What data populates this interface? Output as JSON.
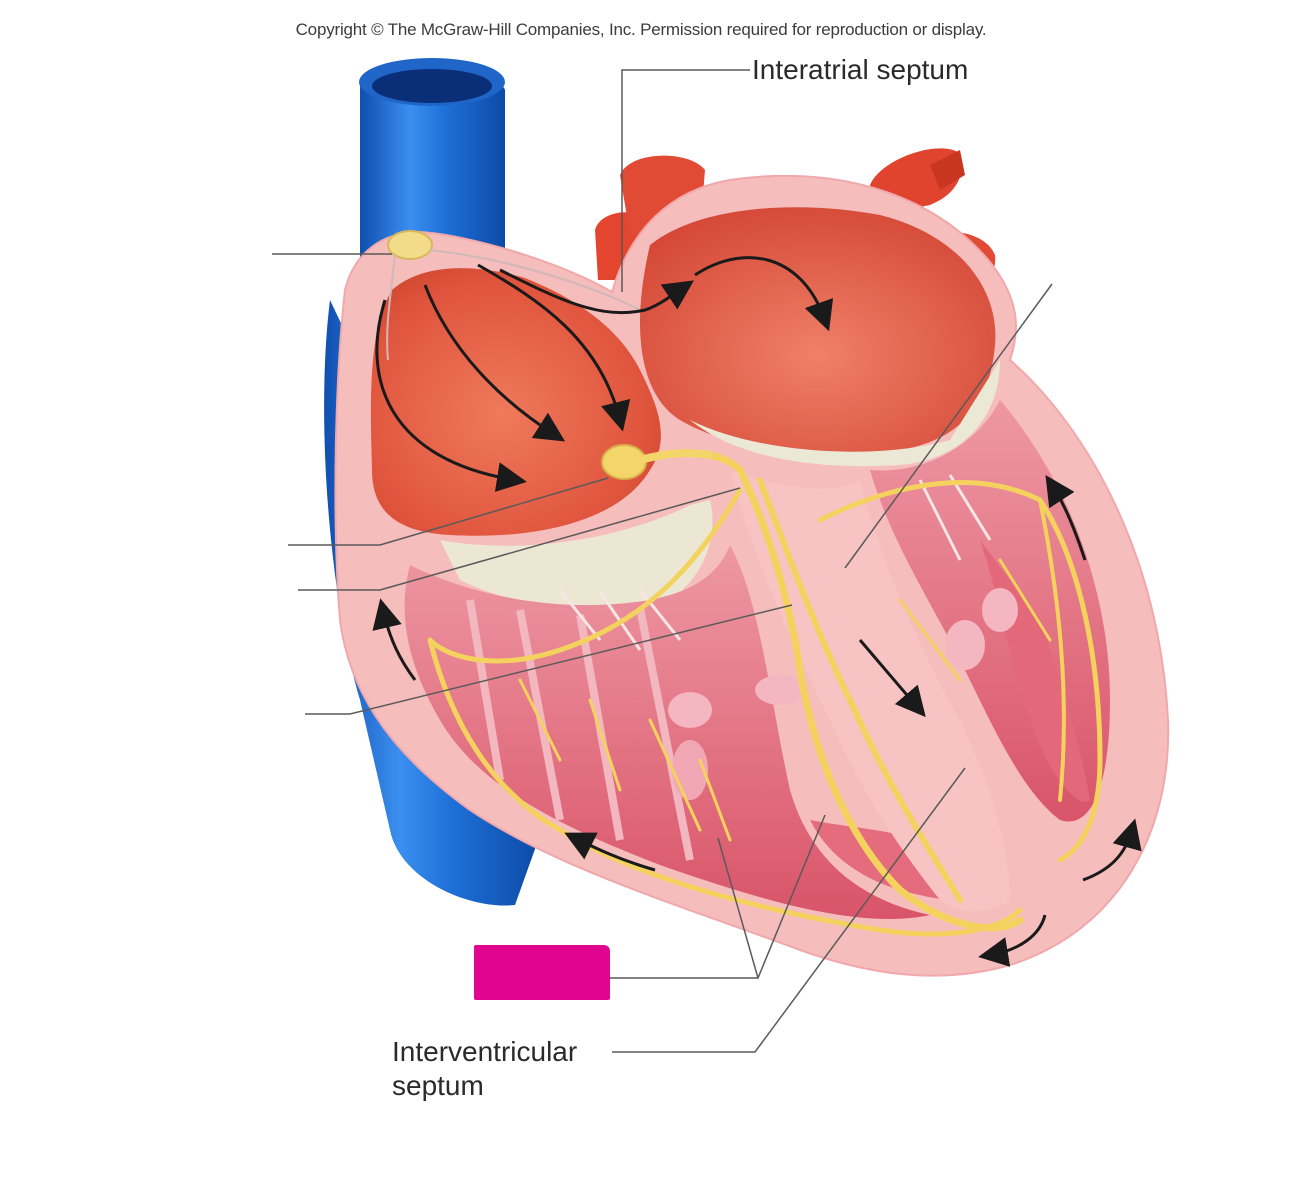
{
  "copyright": "Copyright © The McGraw-Hill Companies, Inc. Permission required for reproduction or display.",
  "labels": {
    "interatrial": "Interatrial septum",
    "interventricular_line1": "Interventricular",
    "interventricular_line2": "septum"
  },
  "colors": {
    "vein_blue": "#1a6fd0",
    "artery_red": "#e2402e",
    "myocardium_pink": "#f5b8ba",
    "chamber_red": "#e45a44",
    "muscle_red": "#d9546a",
    "conduction_yellow": "#f4d25e",
    "valve_cream": "#ece8d6",
    "redaction_magenta": "#e0048f",
    "leader_line": "#555555"
  }
}
